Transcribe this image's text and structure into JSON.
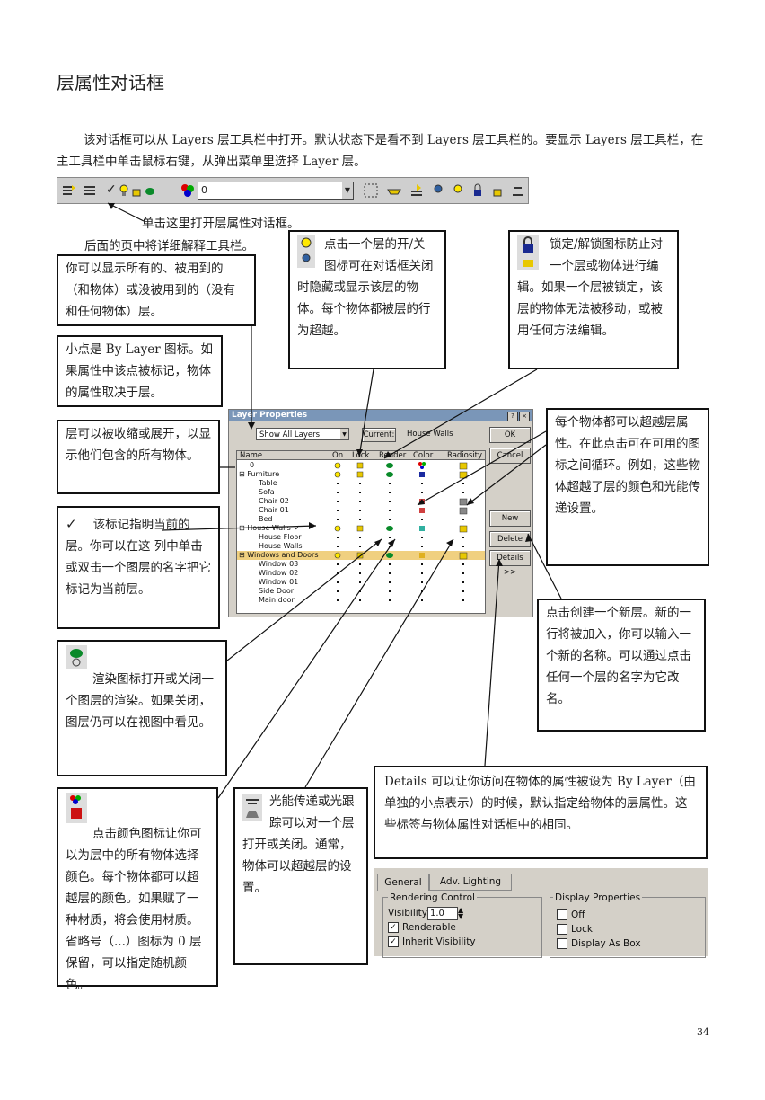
{
  "title": "层属性对话框",
  "intro": "该对话框可以从 Layers 层工具栏中打开。默认状态下是看不到 Layers 层工具栏的。要显示 Layers 层工具栏，在主工具栏中单击鼠标右键，从弹出菜单里选择 Layer 层。",
  "toolbar": {
    "layer_value": "0"
  },
  "caption_toolbar": "单击这里打开层属性对话框。",
  "caption_later": "后面的页中将详细解释工具栏。",
  "notes": {
    "show_all": "你可以显示所有的、被用到的（和物体）或没被用到的（没有和任何物体）层。",
    "by_layer": "小点是 By Layer 图标。如果属性中该点被标记，物体的属性取决于层。",
    "collapse": "层可以被收缩或展开，以显示他们包含的所有物体。",
    "current": "该标记指明当前的层。你可以在这 列中单击或双击一个图层的名字把它标记为当前层。",
    "render": "渲染图标打开或关闭一个图层的渲染。如果关闭，图层仍可以在视图中看见。",
    "color": "点击颜色图标让你可以为层中的所有物体选择颜色。每个物体都可以超越层的颜色。如果赋了一种材质，将会使用材质。省略号（...）图标为 0 层保留，可以指定随机颜色。",
    "radiosity": "光能传递或光跟踪可以对一个层打开或关闭。通常，物体可以超越层的设置。",
    "onoff": "点击一个层的开/关图标可在对话框关闭时隐藏或显示该层的物体。每个物体都被层的行为超越。",
    "lock": "锁定/解锁图标防止对一个层或物体进行编辑。如果一个层被锁定，该层的物体无法被移动，或被用任何方法编辑。",
    "override": "每个物体都可以超越层属性。在此点击可在可用的图标之间循环。例如，这些物体超越了层的颜色和光能传递设置。",
    "new": "点击创建一个新层。新的一行将被加入，你可以输入一个新的名称。可以通过点击任何一个层的名字为它改名。",
    "details": "Details 可以让你访问在物体的属性被设为 By Layer（由单独的小点表示）的时候，默认指定给物体的层属性。这些标签与物体属性对话框中的相同。"
  },
  "dialog": {
    "title": "Layer Properties",
    "show_select": "Show All Layers",
    "current_label": "Current:",
    "current_value": "House Walls",
    "ok": "OK",
    "cancel": "Cancel",
    "new": "New",
    "delete": "Delete",
    "details": "Details >>",
    "columns": [
      "Name",
      "On",
      "Lock",
      "Render",
      "Color",
      "Radiosity"
    ],
    "rows": [
      "0",
      "Furniture",
      "Table",
      "Sofa",
      "Chair 02",
      "Chair 01",
      "Bed",
      "House Walls",
      "House Floor",
      "House Walls",
      "Windows and Doors",
      "Window 03",
      "Window 02",
      "Window 01",
      "Side Door",
      "Main door"
    ]
  },
  "general_panel": {
    "tabs": [
      "General",
      "Adv. Lighting"
    ],
    "rendering_control": "Rendering Control",
    "visibility_label": "Visibility:",
    "visibility_value": "1.0",
    "renderable": "Renderable",
    "inherit_visibility": "Inherit Visibility",
    "display_properties": "Display Properties",
    "off": "Off",
    "lock": "Lock",
    "display_as_box": "Display As Box"
  },
  "page_number": "34"
}
